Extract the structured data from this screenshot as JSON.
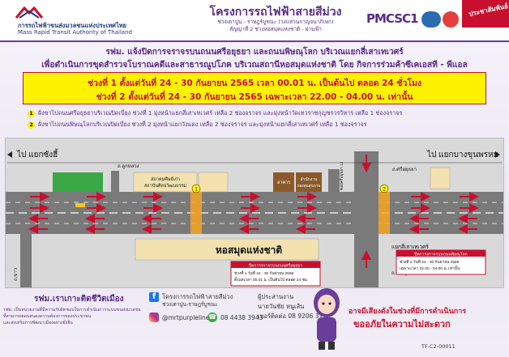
{
  "header": {
    "org_th": "การรถไฟฟ้าขนส่งมวลชนแห่งประเทศไทย",
    "org_en": "Mass Rapid Transit Authority of Thailand",
    "project_title": "โครงการรถไฟฟ้าสายสีม่วง",
    "project_sub": "ช่วงเตาปูน - ราษฎร์บูรณะ (วงแหวนกาญจนาภิเษก)",
    "project_sub2": "สัญญาที่ 2 ช่วงหอสมุดแห่งชาติ - ผ่านฟ้า",
    "pmc_label": "PMCSC1",
    "pr_banner": "ประชาสัมพันธ์"
  },
  "notice": {
    "line1": "รฟม. แจ้งปิดการจราจรบนถนนศรีอยุธยา และถนนพิษณุโลก  บริเวณแยกสี่เสาเทเวศร์",
    "line2": "เพื่อดำเนินการขุดสำรวจโบราณคดีและสาธารณูปโภค บริเวณสถานีหอสมุดแห่งชาติ โดย กิจการร่วมค้าซีเคเอสที - พีแอล",
    "period1": "ช่วงที่ 1   ตั้งแต่วันที่ 24 - 30 กันยายน 2565 เวลา 00.01 น. เป็นต้นไป ตลอด 24 ชั่วโมง",
    "period2": "ช่วงที่ 2   ตั้งแต่วันที่ 24 - 30 กันยายน 2565 เฉพาะเวลา 22.00 - 04.00 น. เท่านั้น",
    "lane1_num": "1",
    "lane1": "ฝั่งขาไปถนนศรีอยุธยาบริเวณปิดเบี่ยง ช่วงที่ 1 มุ่งหน้าแยกสี่เสาเทเวศร์ เหลือ 2 ช่องจราจร และมุ่งหน้าวัดเทวราชกุญชรวรวิหาร เหลือ 1 ช่องจราจร",
    "lane2_num": "2",
    "lane2": "ฝั่งขาไปถนนพิษณุโลกบริเวณปิดเบี่ยง ช่วงที่ 2 มุ่งหน้าแยกวังแดง เหลือ 2 ช่องจราจร และมุ่งหน้าแยกสี่เสาเทเวศร์ เหลือ 1 ช่องจราจร"
  },
  "map": {
    "dir_left": "ไป  แยกซังฮี้",
    "dir_right": "ไป  แยกบางขุนพรหม",
    "road_top": "ถ.ลูกหลวง",
    "road_left": "ถ.ขาว",
    "road_right": "ถ.ศรีอยุธยา",
    "samakhom_1": "สมาคมศิษย์เก่า",
    "samakhom_2": "สถาบันศิลปวัฒนธรรม",
    "bldg_a": "อาคาร",
    "bldg_b": "สำนักงาน",
    "bldg_c": "กองทุนสุขภาพ",
    "soi": "ซอยศรีอยุธยา 12",
    "intersection": "แยกสี่เสาเทเวศร์",
    "pitsanulok": "ถ.พิษณุโลก",
    "station": "หอสมุดแห่งชาติ",
    "box1_title": "ปิดการจราจรบนถนนศรีอยุธยา",
    "box1_l1": "ช่วงที่ 1   วันที่ 24 - 30 กันยายน 2565",
    "box1_l2": "ตั้งแต่เวลา 00.01 น. เป็นต้นไป ตลอด 24 ชม.",
    "box2_title": "ปิดการจราจรบนถนนพิษณุโลก",
    "box2_l1": "ช่วงที่ 2   วันที่ 24 - 30 กันยายน 2565",
    "box2_l2": "เฉพาะเวลา 22.00 - 04.00 น. เท่านั้น",
    "zone1": "1",
    "zone2": "2"
  },
  "footer": {
    "slogan": "รฟม.เราเกาะติดชีวิตเมือง",
    "note1": "รฟม. เป็นหน่วยงานที่มีความรับผิดชอบในการดำเนินการระบบขนส่งมวลชน",
    "note2": "ที่สามารถตอบสนองความต้องการของประชาชน",
    "note3": "และส่งเสริมการพัฒนาเมืองอย่างยั่งยืน",
    "fb_name": "โครงการรถไฟฟ้าสายสีม่วง",
    "fb_sub": "ช่วงเตาปูน-ราษฎร์บูรณะ",
    "ig": "@mrtpurpleline",
    "phone": "08 4438 3943",
    "contact1": "ผู้ประสานงาน",
    "contact2": "นายวันชัย  หนูเส้น",
    "contact3": "เบอร์ติดต่อ 08 9206 3170",
    "apology1": "อาจมีเสียงดังในช่วงที่มีการดำเนินการ",
    "apology2": "ขออภัยในความไม่สะดวก",
    "doc_no": "TF-C2-00011"
  },
  "icons": [
    "train-logo-icon",
    "facebook-icon",
    "instagram-icon",
    "phone-icon",
    "arrow-left-icon",
    "arrow-right-icon"
  ],
  "colors": {
    "brand_purple": "#5b2c86",
    "alert_red": "#c8102e",
    "highlight_yellow": "#fef200"
  }
}
